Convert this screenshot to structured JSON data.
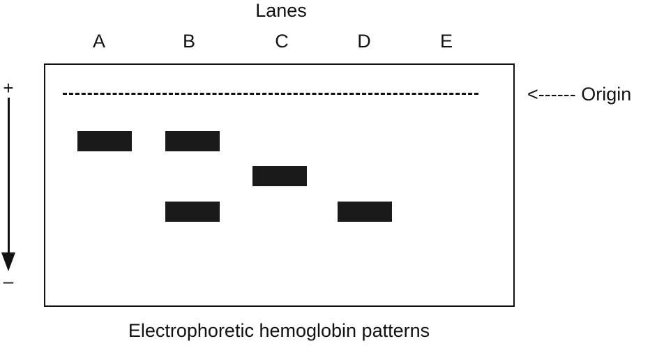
{
  "title": "Lanes",
  "lanes": [
    "A",
    "B",
    "C",
    "D",
    "E"
  ],
  "origin_label": "<------ Origin",
  "polarity": {
    "positive": "+",
    "negative": "–"
  },
  "caption": "Electrophoretic hemoglobin patterns",
  "bands": [
    {
      "lane": "A",
      "position": "upper"
    },
    {
      "lane": "B",
      "position": "upper"
    },
    {
      "lane": "B",
      "position": "lower"
    },
    {
      "lane": "C",
      "position": "middle"
    },
    {
      "lane": "D",
      "position": "lower"
    }
  ],
  "colors": {
    "ink": "#111111",
    "band": "#1a1a1a",
    "background": "#ffffff"
  },
  "icons": {
    "direction": "down-arrow-icon"
  }
}
